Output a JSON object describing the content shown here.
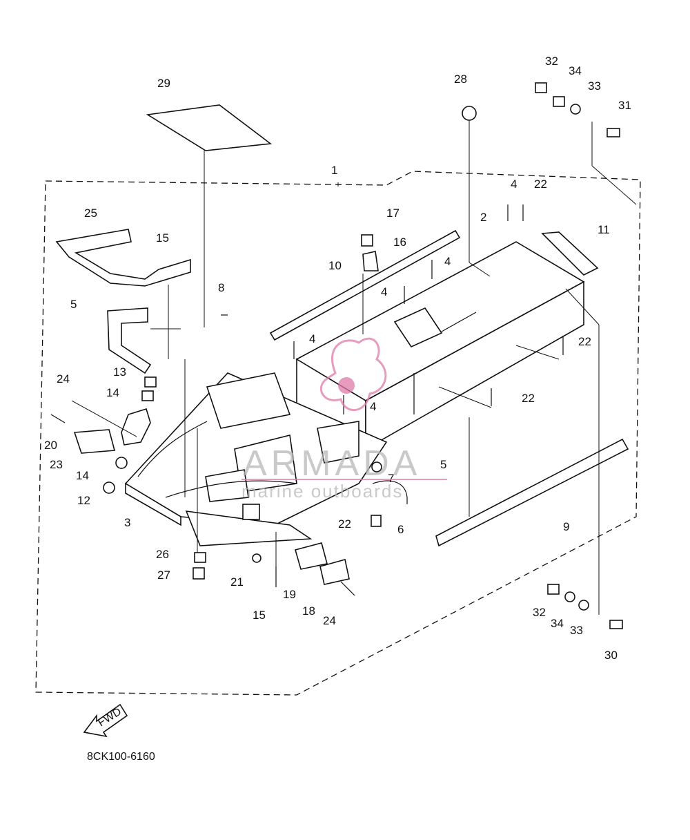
{
  "diagram": {
    "part_number_caption": "8CK100-6160",
    "direction_arrow_label": "FWD",
    "callouts": [
      "1",
      "2",
      "3",
      "4",
      "5",
      "6",
      "7",
      "8",
      "9",
      "10",
      "11",
      "12",
      "13",
      "14",
      "15",
      "16",
      "17",
      "18",
      "19",
      "20",
      "21",
      "22",
      "23",
      "24",
      "25",
      "26",
      "27",
      "28",
      "29",
      "30",
      "31",
      "32",
      "33",
      "34"
    ]
  },
  "watermark": {
    "brand": "ARMADA",
    "tagline": "marine outboards",
    "logo_color": "#e07aa8"
  }
}
